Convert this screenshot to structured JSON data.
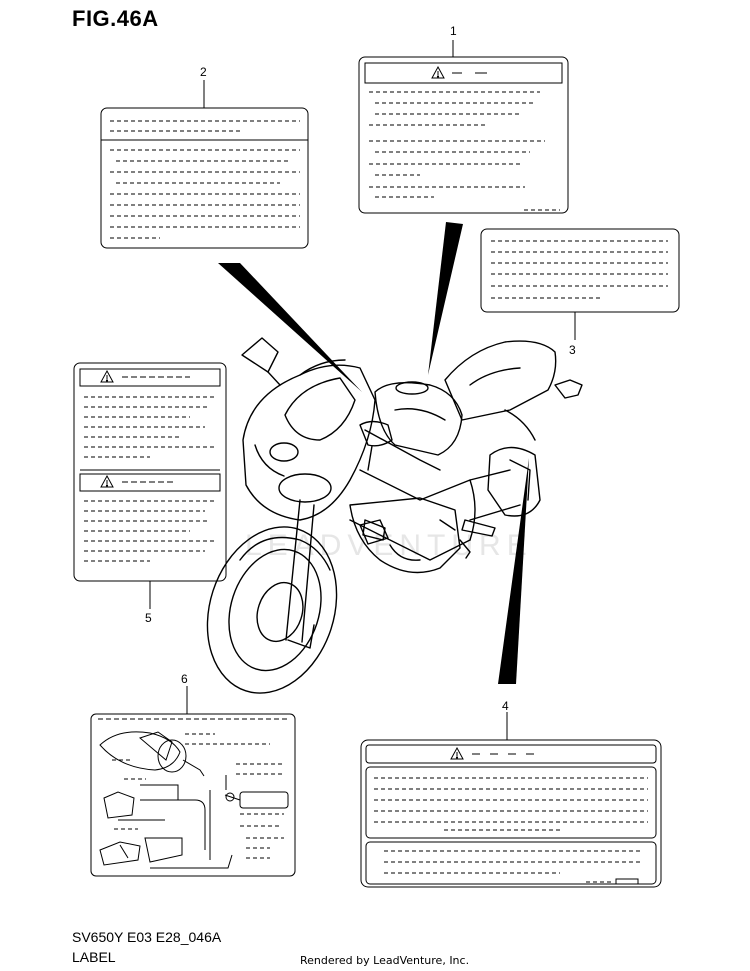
{
  "figure": {
    "title": "FIG.46A",
    "model_code": "SV650Y E03 E28_046A",
    "caption": "LABEL",
    "rendered_by": "Rendered by LeadVenture, Inc.",
    "watermark": "LEADVENTURE"
  },
  "callouts": [
    {
      "number": "1"
    },
    {
      "number": "2"
    },
    {
      "number": "3"
    },
    {
      "number": "4"
    },
    {
      "number": "5"
    },
    {
      "number": "6"
    }
  ],
  "icons": {
    "warning": "warning-triangle-icon"
  },
  "colors": {
    "line": "#000000",
    "background": "#ffffff",
    "watermark": "#e6e6e6"
  }
}
